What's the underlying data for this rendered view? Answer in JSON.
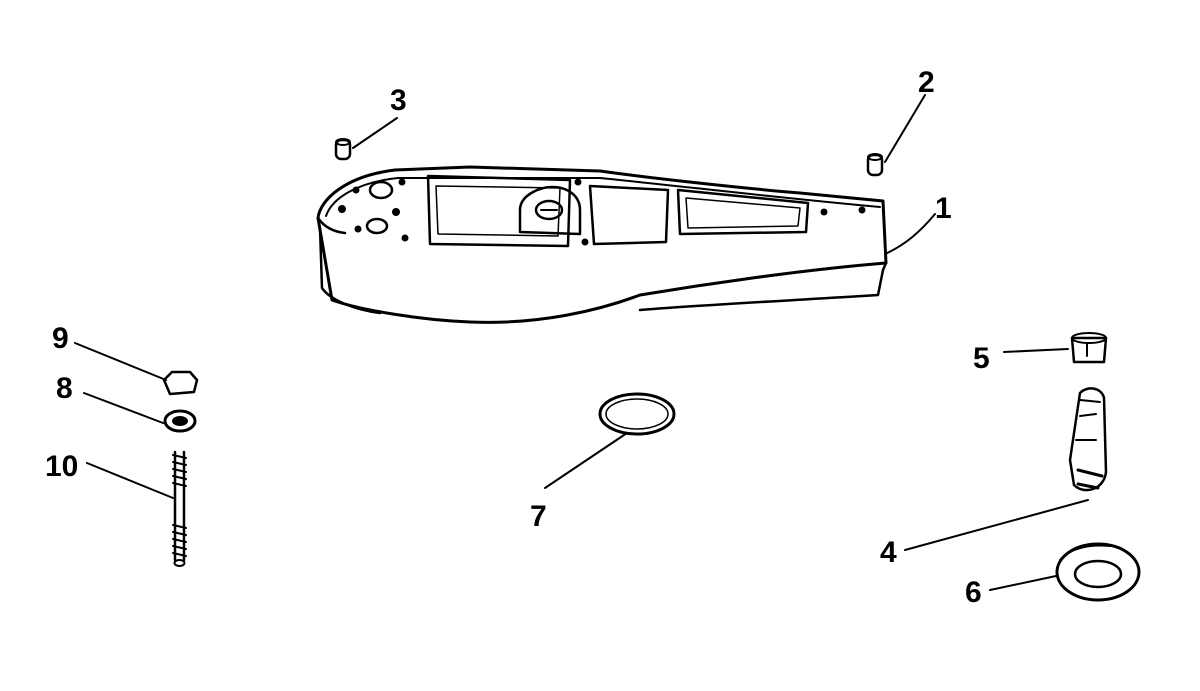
{
  "diagram": {
    "type": "exploded-parts-diagram",
    "colors": {
      "ink": "#000000",
      "paper": "#ffffff"
    },
    "callouts": [
      {
        "id": "1",
        "label": "1"
      },
      {
        "id": "2",
        "label": "2"
      },
      {
        "id": "3",
        "label": "3"
      },
      {
        "id": "4",
        "label": "4"
      },
      {
        "id": "5",
        "label": "5"
      },
      {
        "id": "6",
        "label": "6"
      },
      {
        "id": "7",
        "label": "7"
      },
      {
        "id": "8",
        "label": "8"
      },
      {
        "id": "9",
        "label": "9"
      },
      {
        "id": "10",
        "label": "10"
      }
    ]
  }
}
